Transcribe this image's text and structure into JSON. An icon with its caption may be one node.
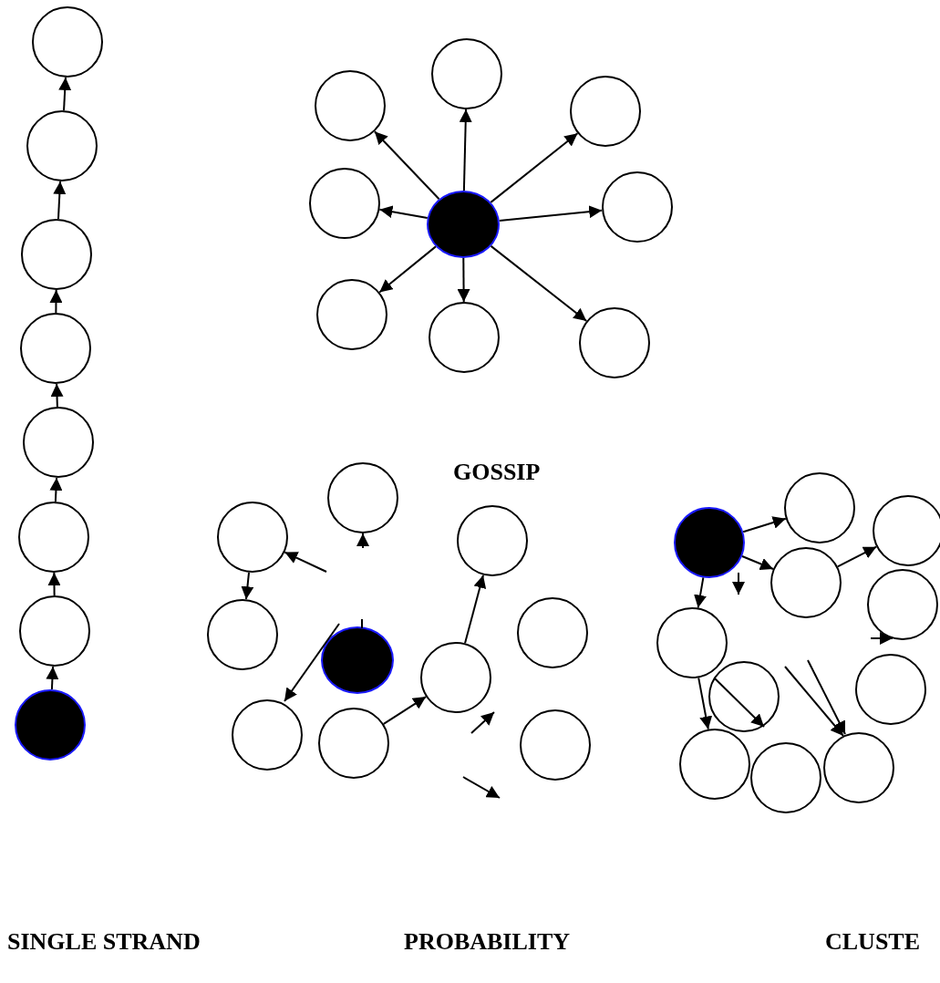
{
  "diagram": {
    "nodes": [
      {
        "text": [],
        "shape": "disc"
      },
      {
        "text": [],
        "shape": "circle"
      },
      {
        "text": [],
        "shape": "circle"
      },
      {
        "text": [],
        "shape": "circle"
      },
      {
        "text": [],
        "shape": "circle"
      },
      {
        "text": [],
        "shape": "circle"
      },
      {
        "text": [],
        "shape": "circle"
      },
      {
        "text": [],
        "shape": "circle"
      },
      {
        "text": [],
        "shape": "disc"
      },
      {
        "text": [],
        "shape": "circle"
      },
      {
        "text": [],
        "shape": "circle"
      },
      {
        "text": [],
        "shape": "circle"
      },
      {
        "text": [],
        "shape": "circle"
      },
      {
        "text": [],
        "shape": "circle"
      },
      {
        "text": [],
        "shape": "circle"
      },
      {
        "text": [],
        "shape": "circle"
      },
      {
        "text": [],
        "shape": "circle"
      },
      {
        "text": [],
        "shape": "circle"
      },
      {
        "text": [],
        "shape": "circle"
      },
      {
        "text": [],
        "shape": "circle"
      },
      {
        "text": [],
        "shape": "disc"
      },
      {
        "text": [],
        "shape": "circle"
      },
      {
        "text": [],
        "shape": "circle"
      },
      {
        "text": [],
        "shape": "circle"
      },
      {
        "text": [],
        "shape": "circle"
      },
      {
        "text": [],
        "shape": "circle"
      },
      {
        "text": [],
        "shape": "circle"
      },
      {
        "text": [],
        "shape": "disc"
      },
      {
        "text": [],
        "shape": "circle"
      },
      {
        "text": [],
        "shape": "circle"
      },
      {
        "text": [],
        "shape": "circle"
      },
      {
        "text": [],
        "shape": "circle"
      },
      {
        "text": [],
        "shape": "circle"
      },
      {
        "text": [],
        "shape": "circle"
      },
      {
        "text": [],
        "shape": "circle"
      },
      {
        "text": [],
        "shape": "circle"
      },
      {
        "text": [],
        "shape": "circle"
      },
      {
        "text": [],
        "shape": "circle"
      }
    ],
    "edges": [
      {
        "from": 0,
        "to": 1,
        "arrow": "to"
      },
      {
        "from": 1,
        "to": 2,
        "arrow": "to"
      },
      {
        "from": 2,
        "to": 3,
        "arrow": "to"
      },
      {
        "from": 3,
        "to": 4,
        "arrow": "to"
      },
      {
        "from": 4,
        "to": 5,
        "arrow": "to"
      },
      {
        "from": 5,
        "to": 6,
        "arrow": "to"
      },
      {
        "from": 6,
        "to": 7,
        "arrow": "to"
      },
      {
        "from": 8,
        "to": 9,
        "arrow": "to"
      },
      {
        "from": 8,
        "to": 10,
        "arrow": "to"
      },
      {
        "from": 8,
        "to": 11,
        "arrow": "to"
      },
      {
        "from": 8,
        "to": 12,
        "arrow": "to"
      },
      {
        "from": 8,
        "to": 13,
        "arrow": "to"
      },
      {
        "from": 8,
        "to": 14,
        "arrow": "to"
      },
      {
        "from": 8,
        "to": 15,
        "arrow": "to"
      },
      {
        "from": 8,
        "to": 16,
        "arrow": "to"
      },
      {
        "from": null,
        "to": 17,
        "arrow": "to"
      },
      {
        "from": null,
        "to": 18,
        "arrow": "to"
      },
      {
        "from": 18,
        "to": 19,
        "arrow": "to"
      },
      {
        "from": 20,
        "to": 23,
        "arrow": "to"
      },
      {
        "from": 24,
        "to": 25,
        "arrow": "to"
      },
      {
        "from": 25,
        "to": 21,
        "arrow": "to"
      },
      {
        "from": 27,
        "to": 28,
        "arrow": "to"
      },
      {
        "from": 27,
        "to": 29,
        "arrow": "to"
      },
      {
        "from": 27,
        "to": 32,
        "arrow": "to"
      },
      {
        "from": 29,
        "to": 30,
        "arrow": "to"
      },
      {
        "from": null,
        "to": 31,
        "arrow": "to"
      },
      {
        "from": 32,
        "to": 35,
        "arrow": "to"
      },
      {
        "from": 32,
        "to": 33,
        "arrow": "to"
      },
      {
        "from": 33,
        "to": 37,
        "arrow": "to"
      },
      {
        "from": null,
        "to": 37,
        "arrow": "to"
      }
    ],
    "labels": [
      "GOSSIP",
      "SINGLE STRAND",
      "PROBABILITY",
      "CLUSTE"
    ]
  }
}
